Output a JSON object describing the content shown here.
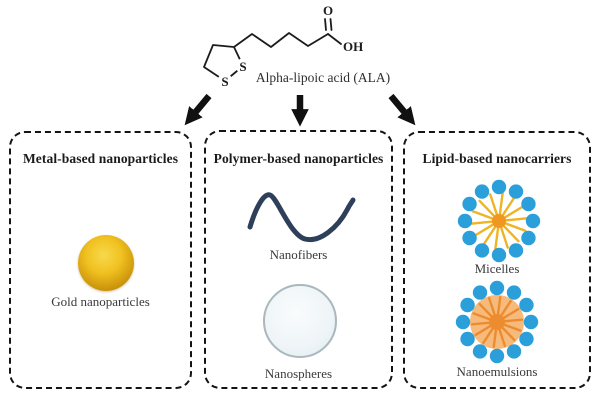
{
  "molecule": {
    "name_label": "Alpha-lipoic acid (ALA)",
    "atoms": {
      "s_ring_right": "S",
      "s_ring_bottom": "S",
      "carbonyl_o": "O",
      "hydroxyl_oh": "OH"
    }
  },
  "panels": [
    {
      "title": "Metal-based nanoparticles",
      "items": [
        {
          "label": "Gold nanoparticles",
          "graphic": "gold-sphere"
        }
      ]
    },
    {
      "title": "Polymer-based nanoparticles",
      "items": [
        {
          "label": "Nanofibers",
          "graphic": "navy-curve"
        },
        {
          "label": "Nanospheres",
          "graphic": "pale-sphere"
        }
      ]
    },
    {
      "title": "Lipid-based nanocarriers",
      "items": [
        {
          "label": "Micelles",
          "graphic": "micelle"
        },
        {
          "label": "Nanoemulsions",
          "graphic": "nanoemulsion"
        }
      ]
    }
  ],
  "colors": {
    "ink": "#1b1b1b",
    "gold_light": "#f8d94c",
    "gold_mid": "#f0c120",
    "gold_dark": "#cc950c",
    "gold_rim": "#a37a06",
    "dot_blue": "#2b9fda",
    "spoke_yellow": "#efb424",
    "core_orange": "#ef9722",
    "emulsion_fill": "#f6bb7c",
    "emulsion_spoke": "#ec8c2e",
    "fiber_navy": "#2e3f5a",
    "sphere_fill": "#eef4f7",
    "sphere_highlight": "#f9fcfd",
    "sphere_edge": "#aab8be"
  }
}
